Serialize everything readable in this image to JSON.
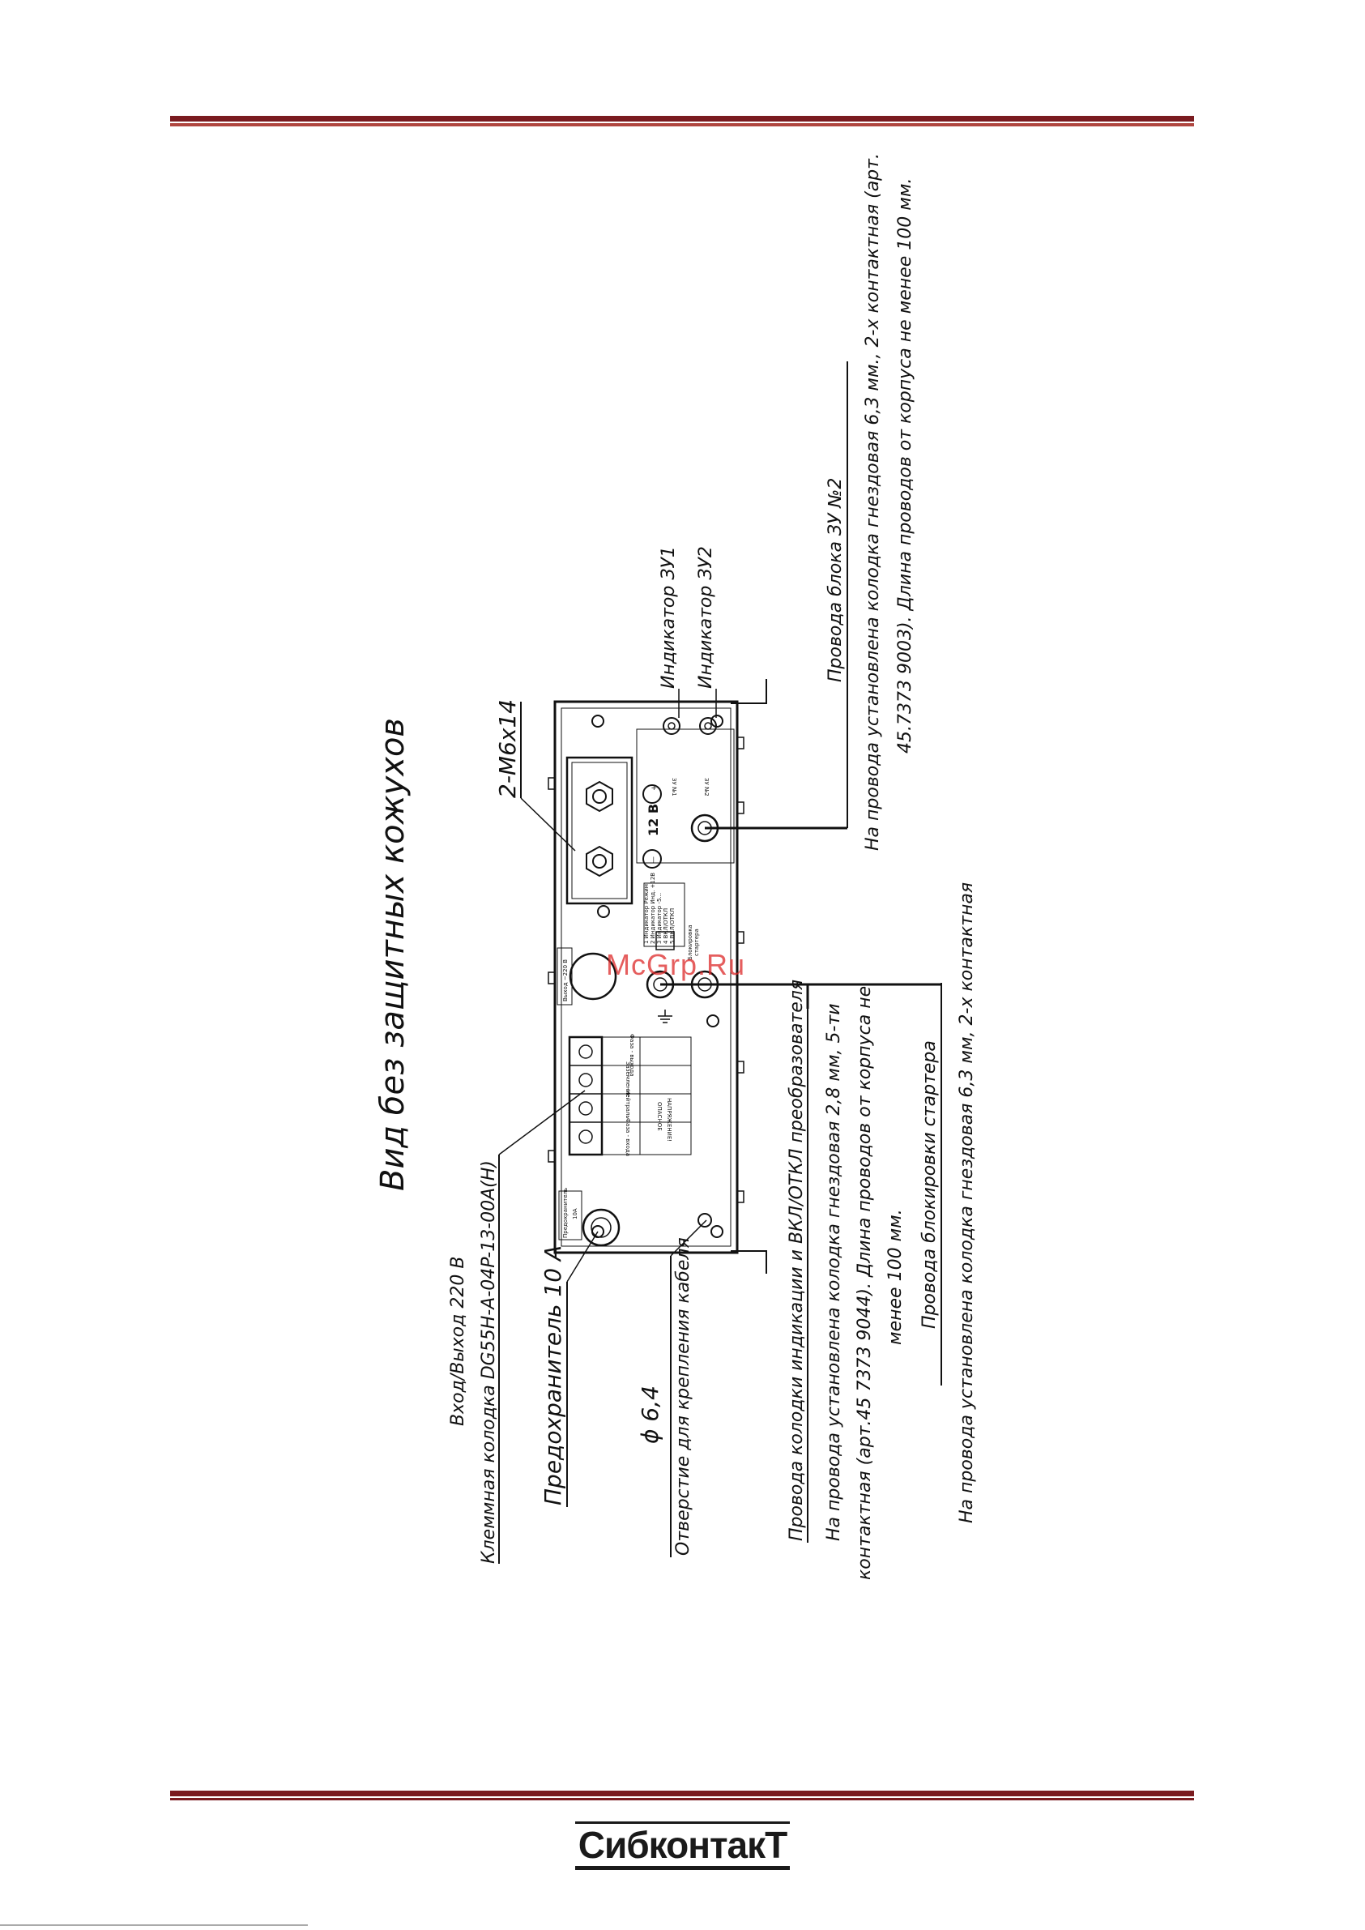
{
  "diagram": {
    "title": "Вид без защитных кожухов",
    "labels": {
      "vhod_vyhod": "Вход/Выход 220 В",
      "klemm": "Клеммная колодка DG55H-A-04P-13-00A(H)",
      "predohranitel": "Предохранитель 10 А",
      "diameter": "ϕ 6,4",
      "otverstie": "Отверстие для крепления кабеля",
      "provoda_kolodki": "Провода колодки индикации и ВКЛ/ОТКЛ преобразователя",
      "provoda_kolodki_note_1": "На провода установлена колодка гнездовая 2,8 мм, 5-ти",
      "provoda_kolodki_note_2": "контактная (арт.45 7373 9044).  Длина проводов от корпуса не",
      "provoda_kolodki_note_3": "менее 100 мм.",
      "provoda_blok_startera": "Провода блокировки стартера",
      "blok_startera_note": "На провода установлена колодка гнездовая 6,3 мм, 2-х  контактная",
      "m6": "2-M6x14",
      "ind_zu1": "Индикатор ЗУ1",
      "ind_zu2": "Индикатор ЗУ2",
      "provoda_zu2": "Провода блока ЗУ №2",
      "zu2_note_1": "На провода установлена колодка гнездовая 6,3 мм., 2-х   контактная (арт.",
      "zu2_note_2": "45.7373 9003). Длина проводов от корпуса не менее 100 мм."
    },
    "panel": {
      "volt_label": "12 В",
      "plus": "+",
      "minus": "—",
      "zu1": "ЗУ №1",
      "zu2": "ЗУ №2",
      "vyhod": "Выход ~220 В",
      "pred_small_1": "Предохранитель",
      "pred_small_2": "10А",
      "faza_vyhoda": "Фаза - выхода",
      "zazemlenie": "Заземление",
      "neitral": "Нейтраль",
      "faza_vhoda": "Фаза - входа",
      "opasnoe_1": "ОПАСНОЕ",
      "opasnoe_2": "НАПРЯЖЕНИЕ!",
      "blok_star_1": "Блокировка",
      "blok_star_2": "стартера",
      "conn_1": "1 Индикатор Режим",
      "conn_2": "2 Индикатор Инд. +12В",
      "conn_3": "3 Индикатор -5...",
      "conn_4": "4 ВКЛ/ОТКЛ",
      "conn_5": "5 ВКЛ/ОТКЛ"
    }
  },
  "watermark": "McGrp.Ru",
  "brand": "СибконтакТ"
}
